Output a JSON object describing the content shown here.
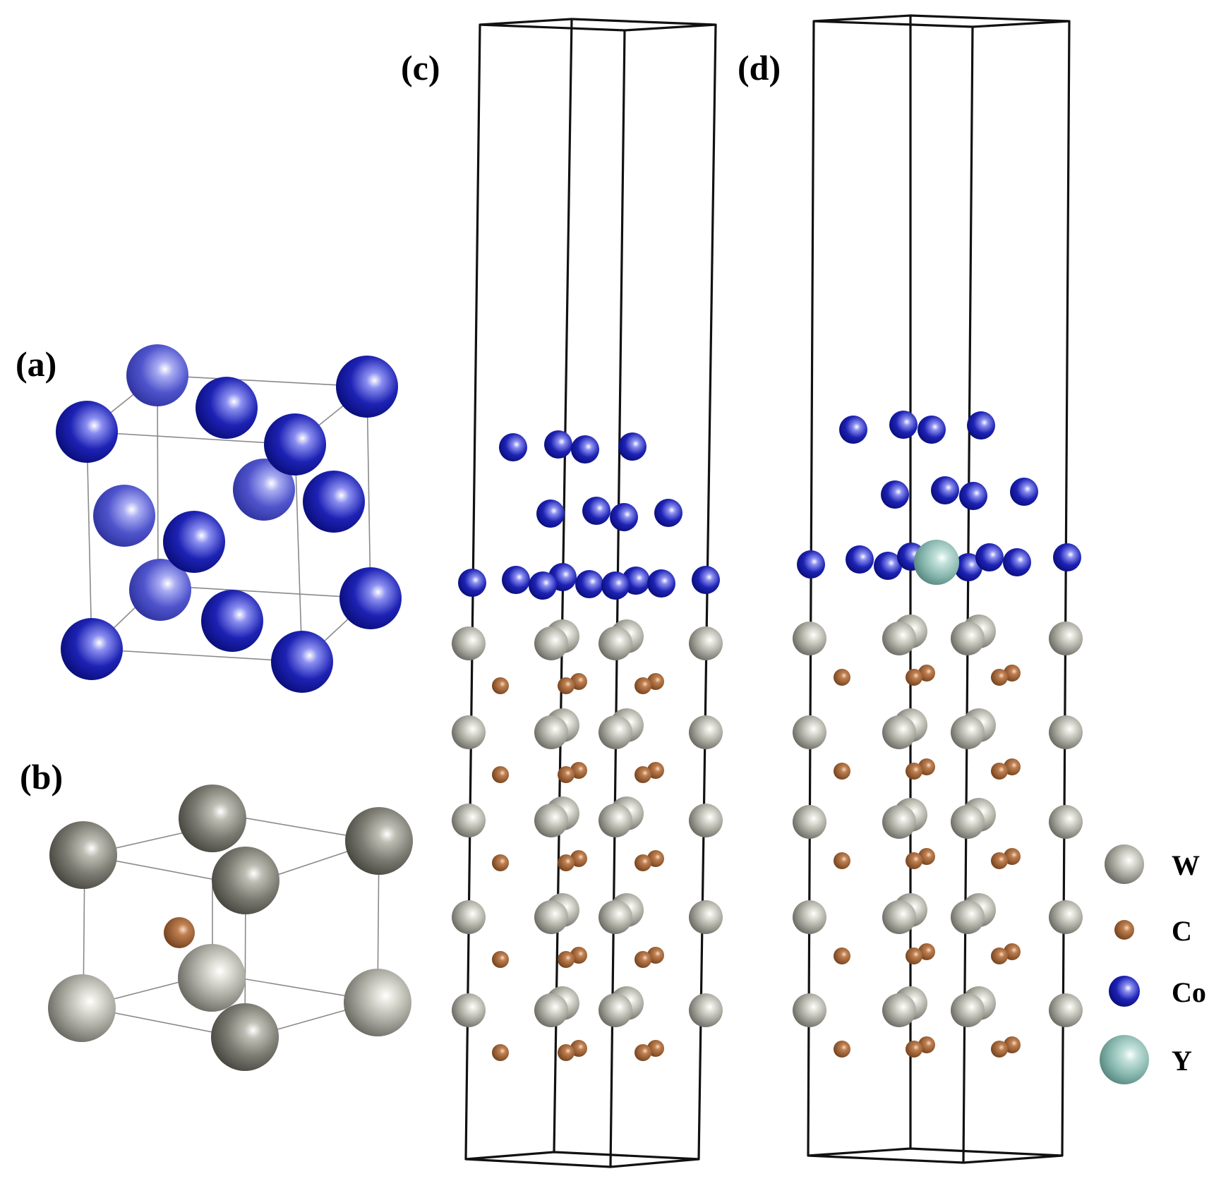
{
  "panels": {
    "a": "(a)",
    "b": "(b)",
    "c": "(c)",
    "d": "(d)"
  },
  "legend": [
    {
      "symbol": "W",
      "color": "#b8b8b0",
      "icon": "w-atom-icon"
    },
    {
      "symbol": "C",
      "color": "#a8683a",
      "icon": "c-atom-icon"
    },
    {
      "symbol": "Co",
      "color": "#1b1fa8",
      "icon": "co-atom-icon"
    },
    {
      "symbol": "Y",
      "color": "#8fc1b8",
      "icon": "y-atom-icon"
    }
  ],
  "colors": {
    "W": "#b8b8b0",
    "C": "#a8683a",
    "Co": "#1b1fa8",
    "Co_light": "#4a4fc8",
    "Y": "#8fc1b8",
    "cell": "#111111"
  }
}
